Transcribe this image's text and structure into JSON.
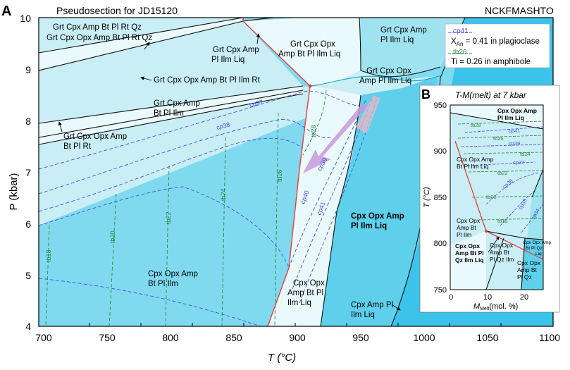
{
  "panel_a": {
    "panel_letter": "A",
    "title": "Pseudosection for JD15120",
    "system": "NCKFMASHTO",
    "xlabel": "T (°C)",
    "ylabel": "P (kbar)",
    "x_ticks": [
      "700",
      "750",
      "800",
      "850",
      "900",
      "950",
      "1000",
      "1050",
      "1100"
    ],
    "y_ticks": [
      "4",
      "5",
      "6",
      "7",
      "8",
      "9",
      "10"
    ],
    "legend": {
      "cp_label": "cp41",
      "cp_text": "X",
      "cp_sub": "An",
      "cp_rest": " = 0.41 in plagioclase",
      "tb_label": "tb26",
      "tb_text": "Ti = 0.26 in amphibole"
    },
    "fields": {
      "f1": "Grt Cpx Amp Bt Pl Rt Qz",
      "f2": "Grt Cpx Opx Amp Bt Pl Rt Qz",
      "f3": "Grt Cpx Amp",
      "f3b": "Pl Ilm Liq",
      "f4": "Grt Cpx Opx",
      "f4b": "Amp Bt Pl Ilm Liq",
      "f5": "Grt Cpx Amp",
      "f5b": "Pl Ilm Liq",
      "f6": "Grt Cpx Opx Amp Bt Pl Ilm Rt",
      "f7": "Grt Cpx Opx",
      "f7b": "Amp Pl Ilm Liq",
      "f8": "Grt Cpx Amp",
      "f8b": "Bt Pl Ilm",
      "f9": "Grt Cpx Opx Amp",
      "f9b": "Bt Pl Rt",
      "f10": "Cpx Opx Amp",
      "f10b": "Pl Ilm Liq",
      "f11": "Cpx Opx Amp",
      "f11b": "Bt Pl Ilm",
      "f12": "Cpx Opx",
      "f12b": "Amp Bt Pl",
      "f12c": "Ilm Liq",
      "f13": "Cpx Amp Pl",
      "f13b": "Ilm Liq"
    },
    "isopleths": {
      "cp37": "cp37",
      "cp38": "cp38",
      "cp39": "cp39",
      "cp40": "cp40",
      "cp41": "cp41",
      "tb18": "tb18",
      "tb20": "tb20",
      "tb22": "tb22",
      "tb24": "tb24",
      "tb26": "tb26",
      "tb28": "tb28"
    }
  },
  "panel_b": {
    "panel_letter": "B",
    "title": "T-M(melt) at 7 kbar",
    "ylabel": "T (°C)",
    "xlabel": "M",
    "xlabel_sub": "Melt",
    "xlabel_rest": "(mol. %)",
    "x_ticks": [
      "0",
      "10",
      "20"
    ],
    "y_ticks": [
      "750",
      "800",
      "850",
      "900",
      "950"
    ],
    "fields": {
      "b1": "Cpx Opx Amp",
      "b1b": "Pl Ilm Liq",
      "b2": "Cpx Opx Amp",
      "b2b": "Bt Pl Ilm Liq",
      "b3": "Cpx Opx",
      "b3b": "Amp Bt",
      "b3c": "Pl Ilm",
      "b4": "Cpx Opx",
      "b4b": "Amp Bt Pl",
      "b4c": "Qz Ilm Liq",
      "b5": "Cpx Opx",
      "b5b": "Amp Bt",
      "b5c": "Pl Qz Ilm",
      "b6": "Cpx Opx",
      "b6b": "Amp Bt",
      "b6c": "Pl Qz",
      "b7": "Cpx Opx Amp",
      "b7b": "Bt Pl Qz",
      "b7c": "Liq"
    },
    "isopleths": {
      "tb28": "tb28",
      "cp41": "cp41",
      "tb26": "tb26",
      "cp39": "cp39",
      "tb24": "tb24",
      "cp37": "cp37",
      "tb22": "tb22",
      "cp36": "cp36",
      "tb20": "tb20",
      "cp35": "cp35",
      "cp34": "cp34",
      "tb18": "tb18"
    }
  },
  "colors": {
    "field_light": "#c9eef6",
    "field_pale": "#eaf9fc",
    "field_mid": "#9fe3f1",
    "field_dark": "#5fd0ec",
    "field_cyan": "#3cc3ea",
    "cp_isopleth": "#4a4ee0",
    "tb_isopleth": "#2f8a3a",
    "melt_boundary": "#e0413b",
    "arrow": "#c79ad8"
  }
}
